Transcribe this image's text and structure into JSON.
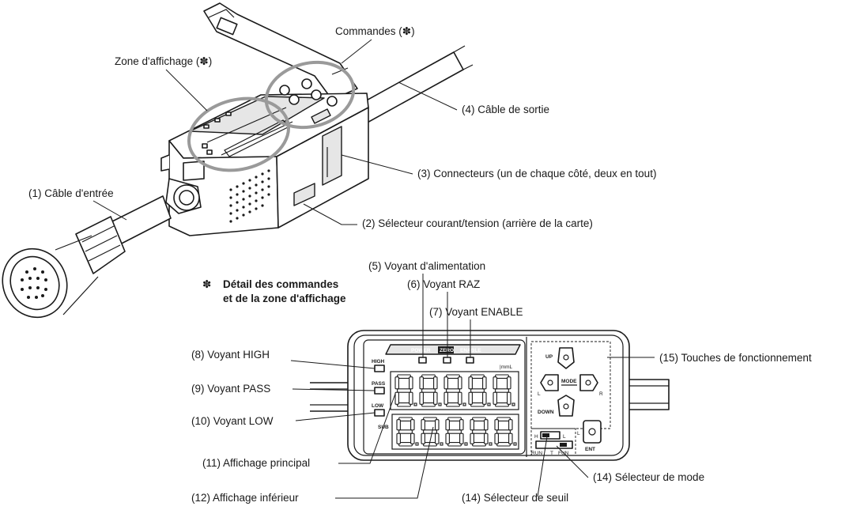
{
  "labels": {
    "commands": "Commandes (✽)",
    "display_zone": "Zone d'affichage (✽)",
    "output_cable": "(4) Câble de sortie",
    "connectors": "(3) Connecteurs (un de chaque côté, deux en tout)",
    "input_cable": "(1) Câble d'entrée",
    "current_voltage_switch": "(2) Sélecteur courant/tension (arrière de la carte)",
    "power_indicator": "(5) Voyant d'alimentation",
    "zero_indicator": "(6) Voyant RAZ",
    "enable_indicator": "(7) Voyant ENABLE",
    "high_indicator": "(8) Voyant HIGH",
    "pass_indicator": "(9) Voyant PASS",
    "low_indicator": "(10) Voyant LOW",
    "main_display": "(11) Affichage principal",
    "sub_display": "(12) Affichage inférieur",
    "operation_keys": "(15) Touches de fonctionnement",
    "mode_switch": "(14) Sélecteur de mode",
    "threshold_switch": "(14) Sélecteur de seuil"
  },
  "detail_note": {
    "symbol": "✽",
    "line1": "Détail des commandes",
    "line2": "et de la zone d'affichage"
  },
  "panel": {
    "power": "POWER",
    "zero": "ZERO",
    "enable": "ENABLE",
    "high": "HIGH",
    "pass": "PASS",
    "low": "LOW",
    "sub": "SUB",
    "unit": "|mmL",
    "up": "UP",
    "down": "DOWN",
    "mode": "MODE",
    "left": "L",
    "right": "R",
    "ent": "ENT",
    "h": "H",
    "l": "L",
    "run": "RUN",
    "t": "T",
    "fun": "FUN"
  }
}
